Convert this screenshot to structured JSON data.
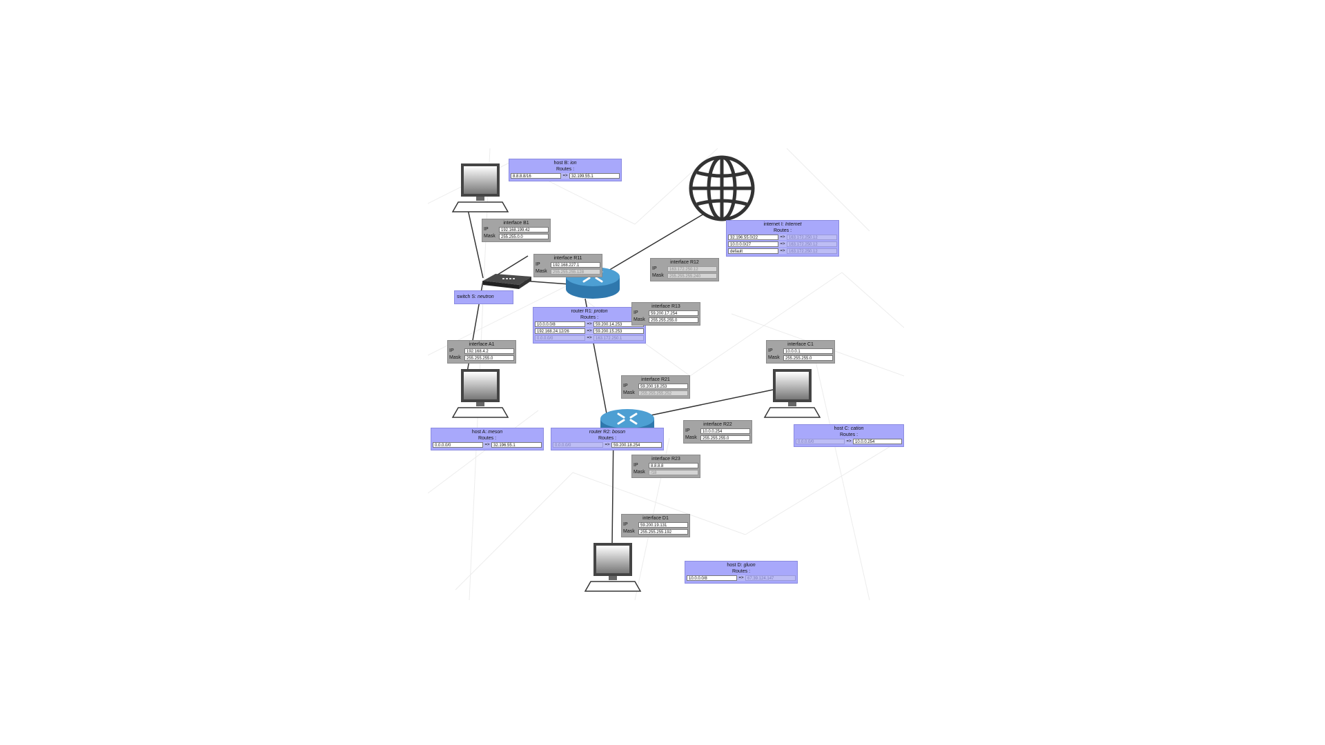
{
  "hosts": {
    "hostB": {
      "title": "host B: ",
      "name": "ion",
      "routes_label": "Routes :",
      "routes": [
        {
          "dest": "8.8.8.8/16",
          "arrow": "=>",
          "gw": "32.199.55.1",
          "disabled": false
        }
      ]
    },
    "hostA": {
      "title": "host A: ",
      "name": "meson",
      "routes_label": "Routes :",
      "routes": [
        {
          "dest": "0.0.0.0/0",
          "arrow": "=>",
          "gw": "32.196.55.1",
          "disabled": false
        }
      ]
    },
    "hostC": {
      "title": "host C: ",
      "name": "cation",
      "routes_label": "Routes :",
      "routes": [
        {
          "dest": "0.0.0.0/0",
          "arrow": "=>",
          "gw": "10.0.0.254",
          "disabled": true
        }
      ]
    },
    "hostD": {
      "title": "host D: ",
      "name": "gluon",
      "routes_label": "Routes :",
      "routes": [
        {
          "dest": "10.0.0.0/8",
          "arrow": "=>",
          "gw": "67.39.124.147",
          "disabled": false,
          "gw_disabled": true
        }
      ]
    },
    "internet": {
      "title": "internet I: ",
      "name": "Internet",
      "routes_label": "Routes :",
      "routes": [
        {
          "dest": "32.196.55.0/22",
          "arrow": "=>",
          "gw": "163.172.250.12",
          "gw_disabled": true
        },
        {
          "dest": "10.0.0.0/27",
          "arrow": "=>",
          "gw": "163.172.250.12",
          "gw_disabled": true
        },
        {
          "dest": "default",
          "arrow": "=>",
          "gw": "163.172.250.12",
          "gw_disabled": true
        }
      ]
    },
    "routerR1": {
      "title": "router R1: ",
      "name": "proton",
      "routes_label": "Routes :",
      "routes": [
        {
          "dest": "10.0.0.0/8",
          "arrow": "=>",
          "gw": "59.200.14.253"
        },
        {
          "dest": "192.168.24.12/26",
          "arrow": "=>",
          "gw": "59.200.15.253"
        },
        {
          "dest": "0.0.0.0/0",
          "arrow": "=>",
          "gw": "163.172.250.1",
          "disabled": true
        }
      ]
    },
    "routerR2": {
      "title": "router R2: ",
      "name": "boson",
      "routes_label": "Routes :",
      "routes": [
        {
          "dest": "0.0.0.0/0",
          "arrow": "=>",
          "gw": "59.200.18.254",
          "disabled": true
        }
      ]
    }
  },
  "switch": {
    "title": "switch S: ",
    "name": "neutron"
  },
  "interfaces": {
    "B1": {
      "title": "interface B1",
      "ip_label": "IP",
      "mask_label": "Mask",
      "ip": "192.168.199.42",
      "mask": "255.255.0.0"
    },
    "R11": {
      "title": "interface R11",
      "ip_label": "IP",
      "mask_label": "Mask",
      "ip": "192.168.227.1",
      "mask": "255.255.255.128",
      "mask_disabled": true
    },
    "R12": {
      "title": "interface R12",
      "ip_label": "IP",
      "mask_label": "Mask",
      "ip": "163.172.250.12",
      "mask": "255.255.255.240",
      "ip_disabled": true,
      "mask_disabled": true
    },
    "R13": {
      "title": "interface R13",
      "ip_label": "IP",
      "mask_label": "Mask",
      "ip": "59.200.17.254",
      "mask": "255.255.255.0"
    },
    "A1": {
      "title": "interface A1",
      "ip_label": "IP",
      "mask_label": "Mask",
      "ip": "192.168.4.2",
      "mask": "255.255.255.0"
    },
    "C1": {
      "title": "interface C1",
      "ip_label": "IP",
      "mask_label": "Mask",
      "ip": "10.0.0.1",
      "mask": "255.255.255.0"
    },
    "R21": {
      "title": "interface R21",
      "ip_label": "IP",
      "mask_label": "Mask",
      "ip": "59.200.18.253",
      "mask": "255.255.255.252",
      "mask_disabled": true
    },
    "R22": {
      "title": "interface R22",
      "ip_label": "IP",
      "mask_label": "Mask",
      "ip": "10.0.0.254",
      "mask": "255.255.255.0"
    },
    "R23": {
      "title": "interface R23",
      "ip_label": "IP",
      "mask_label": "Mask",
      "ip": "8.8.8.8",
      "mask": "/18",
      "mask_disabled": true
    },
    "D1": {
      "title": "interface D1",
      "ip_label": "IP",
      "mask_label": "Mask",
      "ip": "59.200.19.131",
      "mask": "255.255.255.192"
    }
  },
  "colors": {
    "host_box": "#a8a8fb",
    "interface_box": "#a4a4a4",
    "router": "#3f8fc4",
    "link": "#333333"
  }
}
